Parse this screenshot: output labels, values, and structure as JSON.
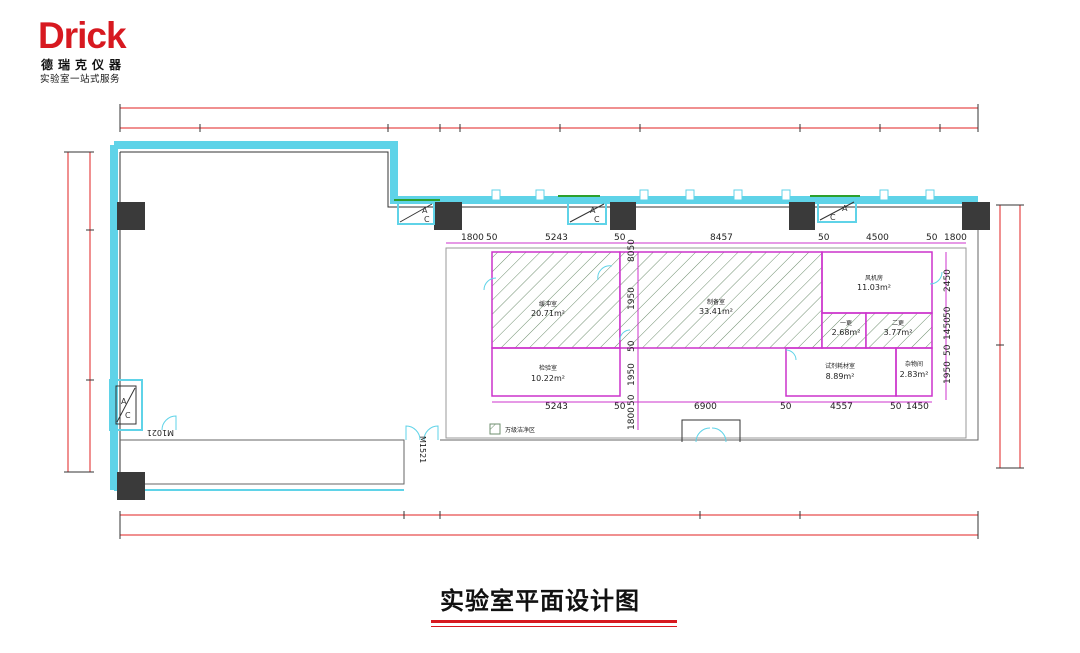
{
  "logo": {
    "brand": "Drick",
    "name_cn": "德瑞克仪器",
    "tagline": "实验室一站式服务"
  },
  "caption": "实验室平面设计图",
  "colors": {
    "brand_red": "#d71920",
    "wall_cyan": "#5fd3e8",
    "room_magenta": "#cc33cc",
    "dim_red": "#e02020",
    "dim_green": "#2ca02c",
    "column": "#3a3a3a"
  },
  "dimensions": {
    "top": [
      "1800",
      "50",
      "5243",
      "50",
      "8457",
      "50",
      "4500",
      "50",
      "1800"
    ],
    "mid": [
      "5243",
      "50",
      "6900",
      "50",
      "4557",
      "50",
      "1450"
    ],
    "vertical_left": [
      "8050",
      "1950",
      "50",
      "1950",
      "50",
      "1800"
    ],
    "vertical_right": [
      "2450",
      "50",
      "1450",
      "50",
      "1950"
    ]
  },
  "rooms": [
    {
      "name": "缓冲室",
      "area": "20.71m²"
    },
    {
      "name": "制备室",
      "area": "33.41m²"
    },
    {
      "name": "风机房",
      "area": "11.03m²"
    },
    {
      "name": "一更",
      "area": "2.68m²"
    },
    {
      "name": "二更",
      "area": "3.77m²"
    },
    {
      "name": "检验室",
      "area": "10.22m²"
    },
    {
      "name": "试剂耗材室",
      "area": "8.89m²"
    },
    {
      "name": "杂物间",
      "area": "2.83m²"
    }
  ],
  "doors": {
    "m1021": "M1021",
    "m1521": "M1521"
  },
  "ac_units": [
    {
      "a": "A",
      "c": "C"
    },
    {
      "a": "A",
      "c": "C"
    },
    {
      "a": "A",
      "c": "C"
    },
    {
      "a": "A",
      "c": "C"
    }
  ],
  "legend": "万级洁净区"
}
